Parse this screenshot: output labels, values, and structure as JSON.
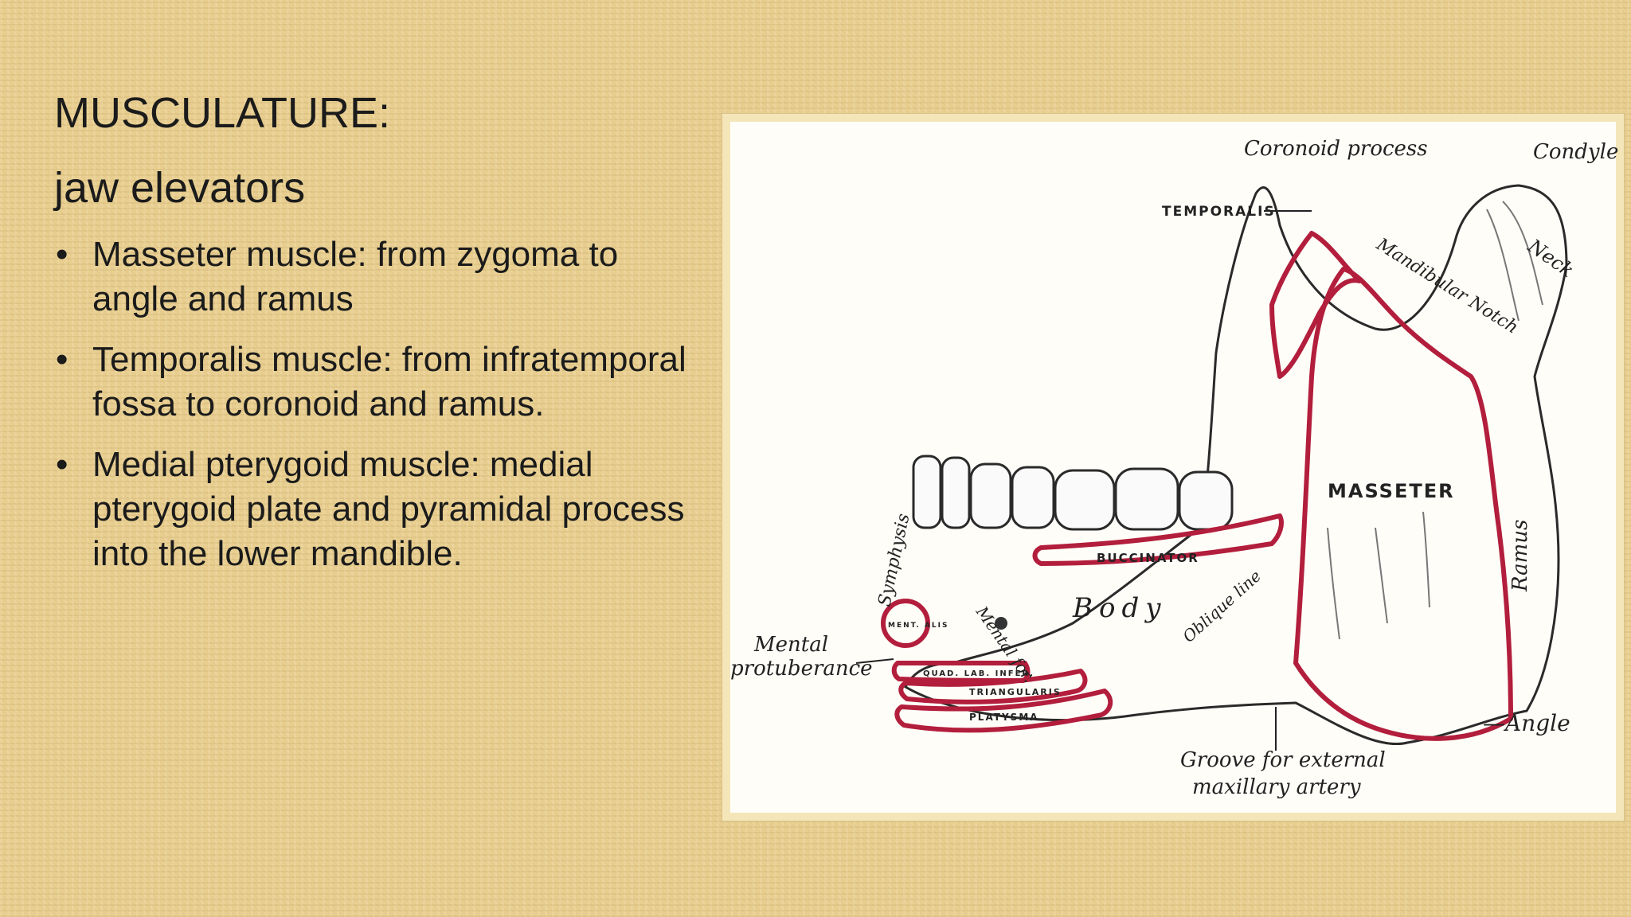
{
  "slide": {
    "title": "MUSCULATURE:",
    "subtitle": "jaw elevators",
    "bullets": [
      "Masseter muscle: from zygoma to angle and ramus",
      "Temporalis muscle: from infratemporal fossa to coronoid and ramus.",
      "Medial pterygoid muscle: medial pterygoid plate and pyramidal process into the lower mandible."
    ],
    "bullet_glyph": "•"
  },
  "figure": {
    "labels": {
      "coronoid_process": "Coronoid process",
      "condyle": "Condyle",
      "temporalis": "TEMPORALIS",
      "mandibular_notch": "Mandibular Notch",
      "neck": "Neck",
      "masseter": "MASSETER",
      "ramus": "Ramus",
      "buccinator": "BUCCINATOR",
      "symphysis": "Symphysis",
      "mentalis": "MENT. ALIS",
      "mental_foramen": "Mental for.",
      "body": "Body",
      "oblique_line": "Oblique line",
      "mental_protuberance_1": "Mental",
      "mental_protuberance_2": "protuberance",
      "depressor_labii": "QUAD. LAB. INFER.",
      "triangularis": "TRIANGULARIS",
      "platysma": "PLATYSMA",
      "angle": "—Angle",
      "groove_1": "Groove for external",
      "groove_2": "maxillary artery"
    },
    "muscle_color": "#b21e3c"
  }
}
